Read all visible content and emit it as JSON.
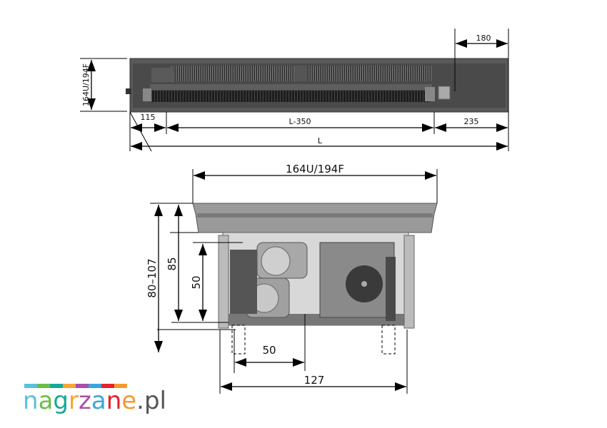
{
  "top_view": {
    "height_label": "164U/194F",
    "dim_valve": "180",
    "dim_left": "115",
    "dim_middle": "L-350",
    "dim_right": "235",
    "dim_total": "L"
  },
  "section_view": {
    "width_label": "164U/194F",
    "height_total": "80–107",
    "height_body": "85",
    "height_pipe": "50",
    "pipe_spacing": "50",
    "connection_span": "127"
  },
  "logo": {
    "letters": [
      "n",
      "a",
      "g",
      "r",
      "z",
      "a",
      "n",
      "e"
    ],
    "suffix": ".pl",
    "colors": [
      "#5bc0de",
      "#6cbd45",
      "#16a89a",
      "#f7a533",
      "#a84fa6",
      "#3aa6dd",
      "#e5232c",
      "#f59a2e"
    ],
    "suffix_color": "#555555"
  }
}
